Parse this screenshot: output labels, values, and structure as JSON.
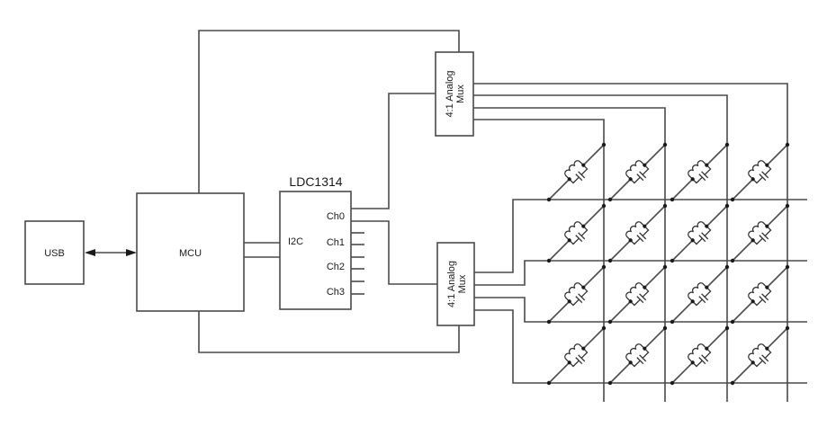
{
  "diagram": {
    "blocks": {
      "usb": {
        "label": "USB"
      },
      "mcu": {
        "label": "MCU"
      },
      "ldc": {
        "title": "LDC1314",
        "i2c_label": "I2C",
        "channels": [
          "Ch0",
          "Ch1",
          "Ch2",
          "Ch3"
        ]
      },
      "mux_top": {
        "label_line1": "4:1 Analog",
        "label_line2": "Mux"
      },
      "mux_bottom": {
        "label_line1": "4:1 Analog",
        "label_line2": "Mux"
      }
    },
    "connections": [
      {
        "from": "USB",
        "to": "MCU",
        "type": "bidirectional-arrow"
      },
      {
        "from": "MCU",
        "to": "LDC1314",
        "type": "I2C bus"
      },
      {
        "from": "LDC1314 Ch0",
        "to": "4:1 Analog Mux (top)"
      },
      {
        "from": "LDC1314 Ch0",
        "to": "4:1 Analog Mux (bottom)"
      },
      {
        "from": "MCU",
        "to": "4:1 Analog Mux (top)",
        "type": "select"
      },
      {
        "from": "MCU",
        "to": "4:1 Analog Mux (bottom)",
        "type": "select"
      }
    ],
    "sensor_array": {
      "rows": 4,
      "columns": 4,
      "element": "LC tank (inductor + capacitor)"
    }
  }
}
